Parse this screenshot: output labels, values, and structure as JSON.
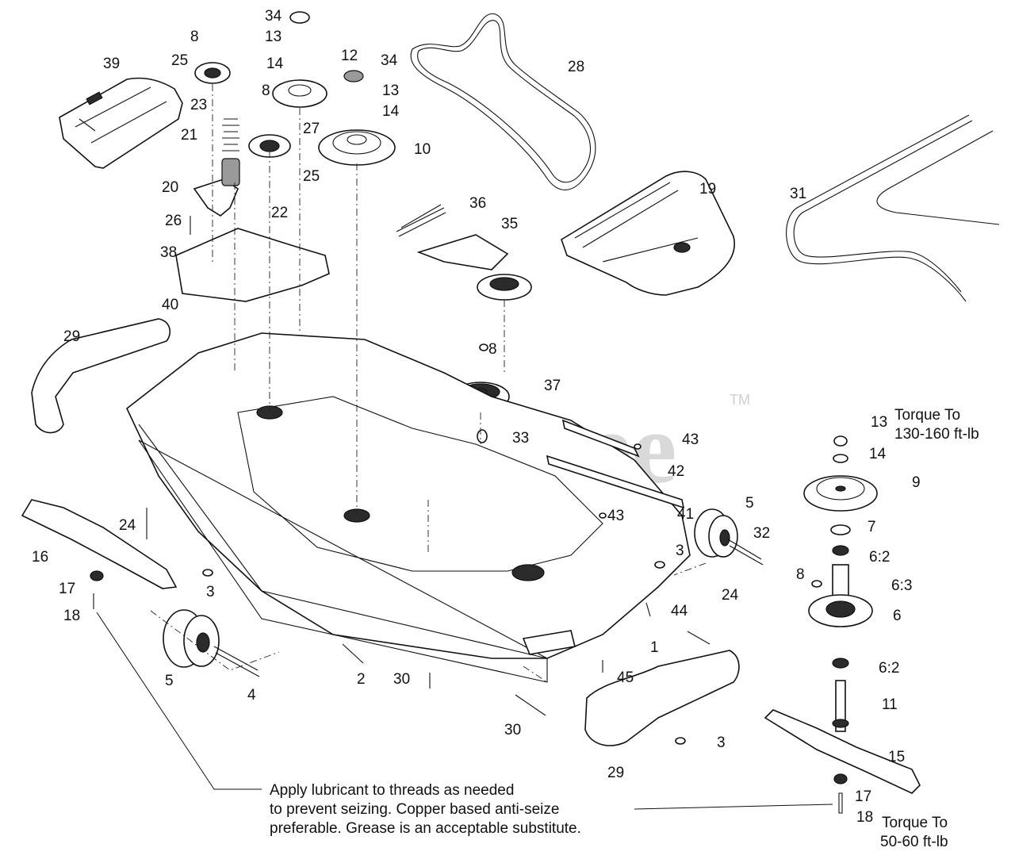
{
  "watermark": {
    "brand": "PartsTree",
    "trademark": "TM"
  },
  "callouts": [
    {
      "id": "c34a",
      "label": "34"
    },
    {
      "id": "c13a",
      "label": "13"
    },
    {
      "id": "c14a",
      "label": "14"
    },
    {
      "id": "c12",
      "label": "12"
    },
    {
      "id": "c34b",
      "label": "34"
    },
    {
      "id": "c13b",
      "label": "13"
    },
    {
      "id": "c14b",
      "label": "14"
    },
    {
      "id": "c28",
      "label": "28"
    },
    {
      "id": "c8a",
      "label": "8"
    },
    {
      "id": "c25a",
      "label": "25"
    },
    {
      "id": "c39",
      "label": "39"
    },
    {
      "id": "c8b",
      "label": "8"
    },
    {
      "id": "c23",
      "label": "23"
    },
    {
      "id": "c27",
      "label": "27"
    },
    {
      "id": "c21",
      "label": "21"
    },
    {
      "id": "c10",
      "label": "10"
    },
    {
      "id": "c25b",
      "label": "25"
    },
    {
      "id": "c20",
      "label": "20"
    },
    {
      "id": "c22",
      "label": "22"
    },
    {
      "id": "c26",
      "label": "26"
    },
    {
      "id": "c36",
      "label": "36"
    },
    {
      "id": "c19",
      "label": "19"
    },
    {
      "id": "c31",
      "label": "31"
    },
    {
      "id": "c35",
      "label": "35"
    },
    {
      "id": "c38",
      "label": "38"
    },
    {
      "id": "c40",
      "label": "40"
    },
    {
      "id": "c29a",
      "label": "29"
    },
    {
      "id": "c8c",
      "label": "8"
    },
    {
      "id": "c37",
      "label": "37"
    },
    {
      "id": "c33",
      "label": "33"
    },
    {
      "id": "c13c",
      "label": "13"
    },
    {
      "id": "c14c",
      "label": "14"
    },
    {
      "id": "c43a",
      "label": "43"
    },
    {
      "id": "c42",
      "label": "42"
    },
    {
      "id": "c9",
      "label": "9"
    },
    {
      "id": "c41",
      "label": "41"
    },
    {
      "id": "c43b",
      "label": "43"
    },
    {
      "id": "c5a",
      "label": "5"
    },
    {
      "id": "c24a",
      "label": "24"
    },
    {
      "id": "c16",
      "label": "16"
    },
    {
      "id": "c32",
      "label": "32"
    },
    {
      "id": "c7",
      "label": "7"
    },
    {
      "id": "c3a",
      "label": "3"
    },
    {
      "id": "c62a",
      "label": "6:2"
    },
    {
      "id": "c17a",
      "label": "17"
    },
    {
      "id": "c3b",
      "label": "3"
    },
    {
      "id": "c8d",
      "label": "8"
    },
    {
      "id": "c63",
      "label": "6:3"
    },
    {
      "id": "c18a",
      "label": "18"
    },
    {
      "id": "c24b",
      "label": "24"
    },
    {
      "id": "c6",
      "label": "6"
    },
    {
      "id": "c44",
      "label": "44"
    },
    {
      "id": "c1",
      "label": "1"
    },
    {
      "id": "c62b",
      "label": "6:2"
    },
    {
      "id": "c5b",
      "label": "5"
    },
    {
      "id": "c2",
      "label": "2"
    },
    {
      "id": "c30a",
      "label": "30"
    },
    {
      "id": "c45",
      "label": "45"
    },
    {
      "id": "c4",
      "label": "4"
    },
    {
      "id": "c11",
      "label": "11"
    },
    {
      "id": "c30b",
      "label": "30"
    },
    {
      "id": "c3c",
      "label": "3"
    },
    {
      "id": "c15",
      "label": "15"
    },
    {
      "id": "c29b",
      "label": "29"
    },
    {
      "id": "c17b",
      "label": "17"
    },
    {
      "id": "c18b",
      "label": "18"
    }
  ],
  "torque_notes": {
    "spindle_nut": {
      "line1": "Torque To",
      "line2": "130-160 ft-lb"
    },
    "blade_bolt": {
      "line1": "Torque To",
      "line2": "50-60 ft-lb"
    }
  },
  "lubricant_note": {
    "line1": "Apply lubricant to threads as needed",
    "line2": "to prevent seizing. Copper based anti-seize",
    "line3": "preferable. Grease is an acceptable substitute."
  }
}
